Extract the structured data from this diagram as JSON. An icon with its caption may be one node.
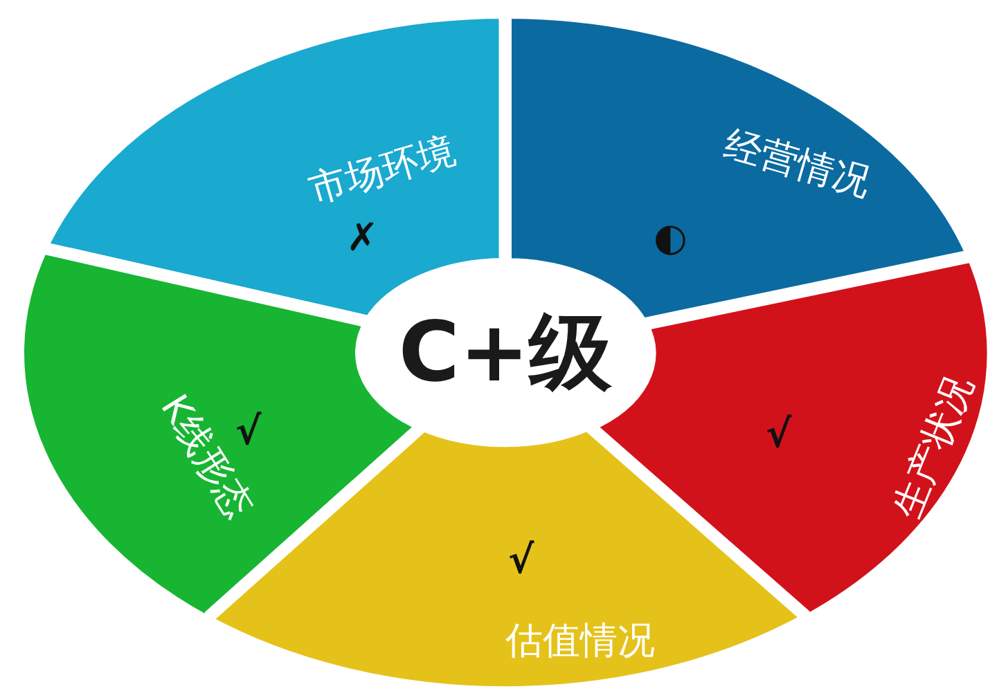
{
  "diagram": {
    "nodes": [
      {
        "text": [
          "市场环境",
          "✗"
        ]
      },
      {
        "text": [
          "经营情况",
          "◐"
        ]
      },
      {
        "text": [
          "C+级"
        ]
      },
      {
        "text": [
          "K线形态",
          "√"
        ]
      },
      {
        "text": [
          "生产状况",
          "√"
        ]
      },
      {
        "text": [
          "√",
          "估值情况"
        ]
      }
    ]
  }
}
